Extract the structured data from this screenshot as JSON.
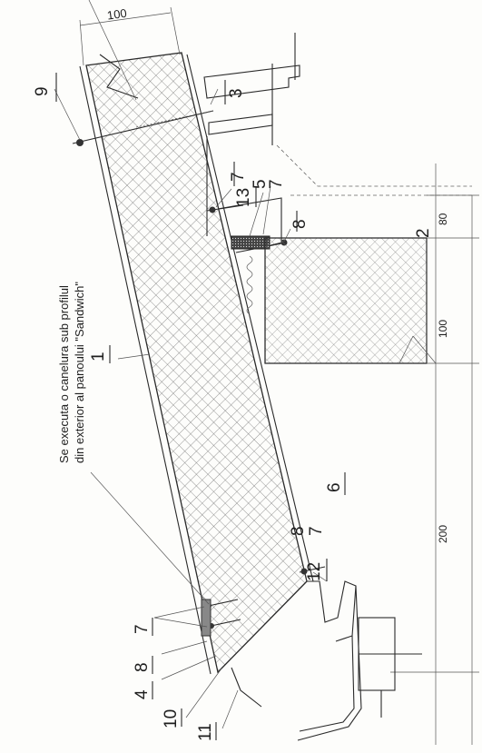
{
  "note": {
    "line1": "Se executa o canelura sub profilul",
    "line2": "din exterior al panoului \"Sandwich\""
  },
  "callouts": {
    "c9": "9",
    "c3": "3",
    "c7a": "7",
    "c13": "13",
    "c5": "5",
    "c7b": "7",
    "c8a": "8",
    "c2": "2",
    "c1": "1",
    "c6": "6",
    "c8b": "8",
    "c7c": "7",
    "c12": "12",
    "c7d": "7",
    "c8c": "8",
    "c4": "4",
    "c10": "10",
    "c11": "11"
  },
  "dimensions": {
    "top": "100",
    "d80": "80",
    "d100": "100",
    "d200": "200"
  },
  "colors": {
    "ink": "#2a2a2a",
    "hatch": "#6a6a6a",
    "paper": "#fdfdfb"
  }
}
